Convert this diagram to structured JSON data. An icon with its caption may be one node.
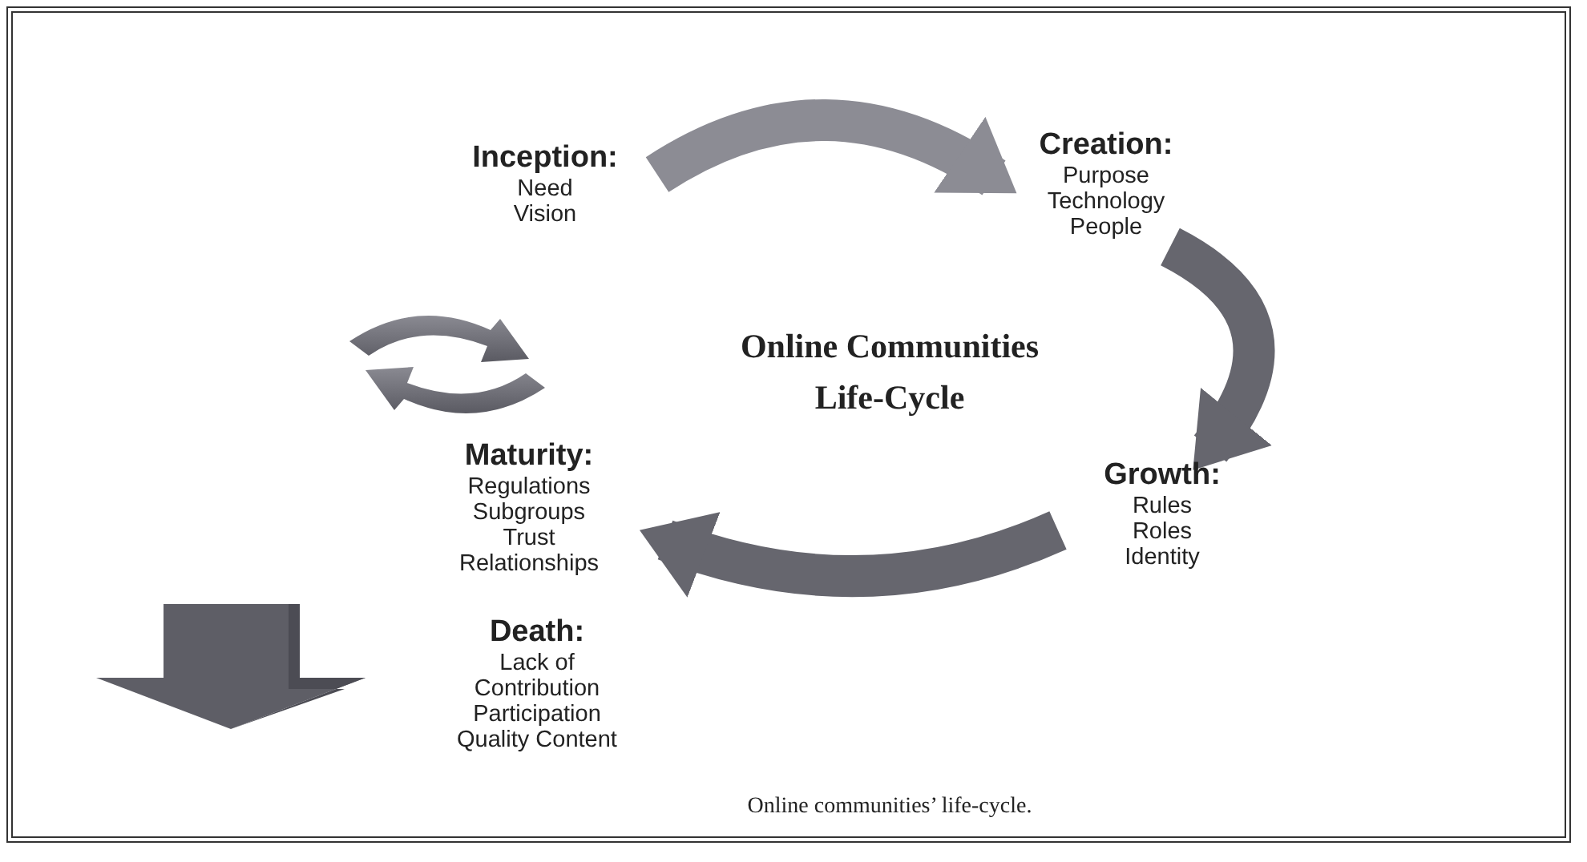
{
  "diagram": {
    "title": "Online Communities Life-Cycle",
    "caption": "Online communities’ life-cycle.",
    "nodes": [
      {
        "text": [
          "Inception:",
          "Need Vision"
        ]
      },
      {
        "text": [
          "Creation:",
          "Purpose Technology People"
        ]
      },
      {
        "text": [
          "Growth:",
          "Rules Roles Identity"
        ]
      },
      {
        "text": [
          "Maturity:",
          "Regulations Subgroups Trust Relationships"
        ]
      },
      {
        "text": [
          "Death:",
          "Lack of Contribution Participation Quality Content"
        ]
      }
    ],
    "edges": [
      {
        "from": 0,
        "to": 1,
        "arrow": "to"
      },
      {
        "from": 1,
        "to": 2,
        "arrow": "to"
      },
      {
        "from": 2,
        "to": 3,
        "arrow": "to"
      }
    ]
  }
}
